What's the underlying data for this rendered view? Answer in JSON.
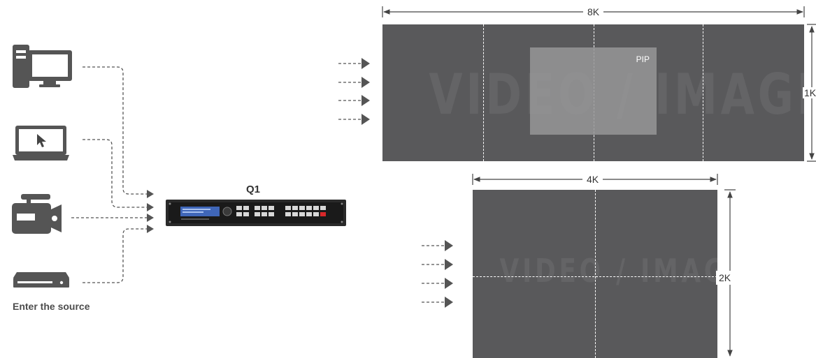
{
  "sources": {
    "caption": "Enter the source",
    "items": [
      {
        "icon": "desktop-computer-icon"
      },
      {
        "icon": "laptop-icon"
      },
      {
        "icon": "video-camera-icon"
      },
      {
        "icon": "set-top-box-icon"
      }
    ]
  },
  "device": {
    "name": "Q1",
    "icon": "video-processor-device-icon"
  },
  "display_8k": {
    "width_label": "8K",
    "height_label": "1K",
    "watermark": "VIDEO / IMAGE",
    "pip_label": "PIP"
  },
  "display_4k": {
    "width_label": "4K",
    "height_label": "2K",
    "watermark": "VIDEO / IMAGE"
  },
  "colors": {
    "panel": "#59595b",
    "pip": "#969698",
    "line": "#555555",
    "arrow": "#555555"
  }
}
